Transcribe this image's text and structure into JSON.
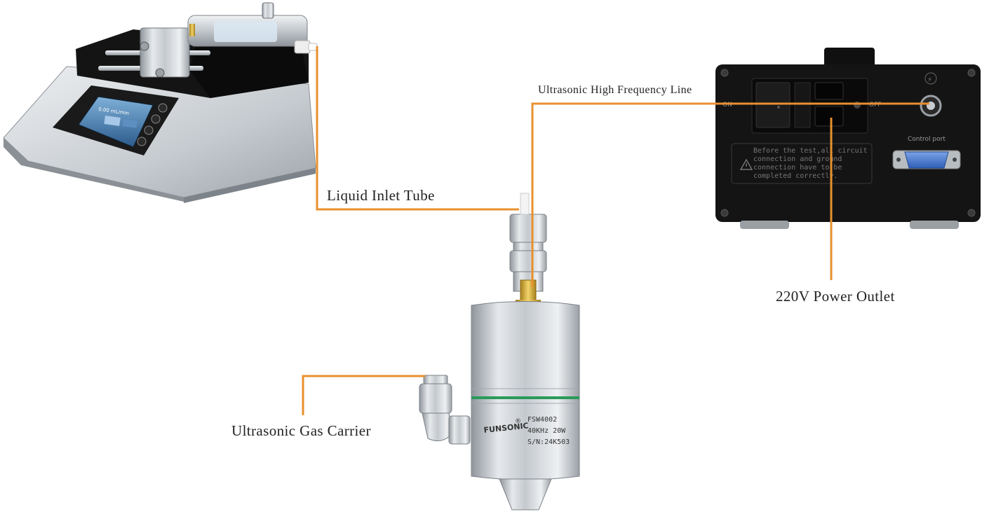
{
  "labels": {
    "liquid_inlet_tube": "Liquid Inlet Tube",
    "ultrasonic_high_frequency_line": "Ultrasonic High Frequency Line",
    "power_outlet": "220V Power Outlet",
    "gas_carrier": "Ultrasonic Gas Carrier"
  },
  "pump_screen": {
    "flow_rate": "0.00 mL/min"
  },
  "generator": {
    "switch_on": "ON",
    "switch_off": "OFF",
    "warning": [
      "Before the test,all circuit",
      "connection and ground",
      "connection have to be",
      "completed correctly."
    ],
    "control_port": "Control port",
    "lightning_symbol": "⚡"
  },
  "nozzle": {
    "brand": "FUNSONIC",
    "model": "FSW4002",
    "spec": "40KHz 20W",
    "serial": "S/N:24K503",
    "registered": "®"
  },
  "colors": {
    "cable": "#e8902e",
    "steel": "#c9cdd2",
    "generator_body": "#141414",
    "green_band": "#2a9a5a"
  }
}
